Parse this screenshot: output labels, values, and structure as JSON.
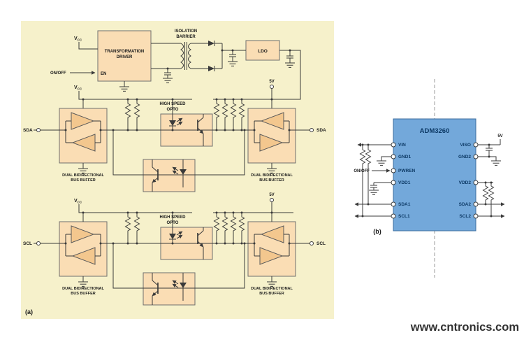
{
  "colors": {
    "panel_bg": "#F6F1CB",
    "block_fill": "#FADDB4",
    "chip_fill": "#73A8DA",
    "watermark_green": "#8DC63F"
  },
  "panel_a": {
    "caption": "(a)",
    "v": "V",
    "cc_sub": "CC",
    "on_off": "ON/OFF",
    "en": "EN",
    "transformation": "TRANSFORMATION",
    "driver": "DRIVER",
    "isolation": "ISOLATION",
    "barrier": "BARRIER",
    "ldo": "LDO",
    "five_v": "5V",
    "high_speed": "HIGH SPEED",
    "opto": "OPTO",
    "sda": "SDA",
    "scl": "SCL",
    "dual_bidirectional": "DUAL BIDIRECTIONAL",
    "bus_buffer": "BUS BUFFER"
  },
  "panel_b": {
    "caption": "(b)",
    "chip_name": "ADM3260",
    "left_pins": [
      "VIN",
      "GND1",
      "PWREN",
      "VDD1",
      "SDA1",
      "SCL1"
    ],
    "right_pins": [
      "VISO",
      "GND2",
      "VDD2",
      "SDA2",
      "SCL2"
    ],
    "five_v": "5V",
    "on_off": "ON/OFF"
  },
  "watermark": "www.cntronics.com"
}
